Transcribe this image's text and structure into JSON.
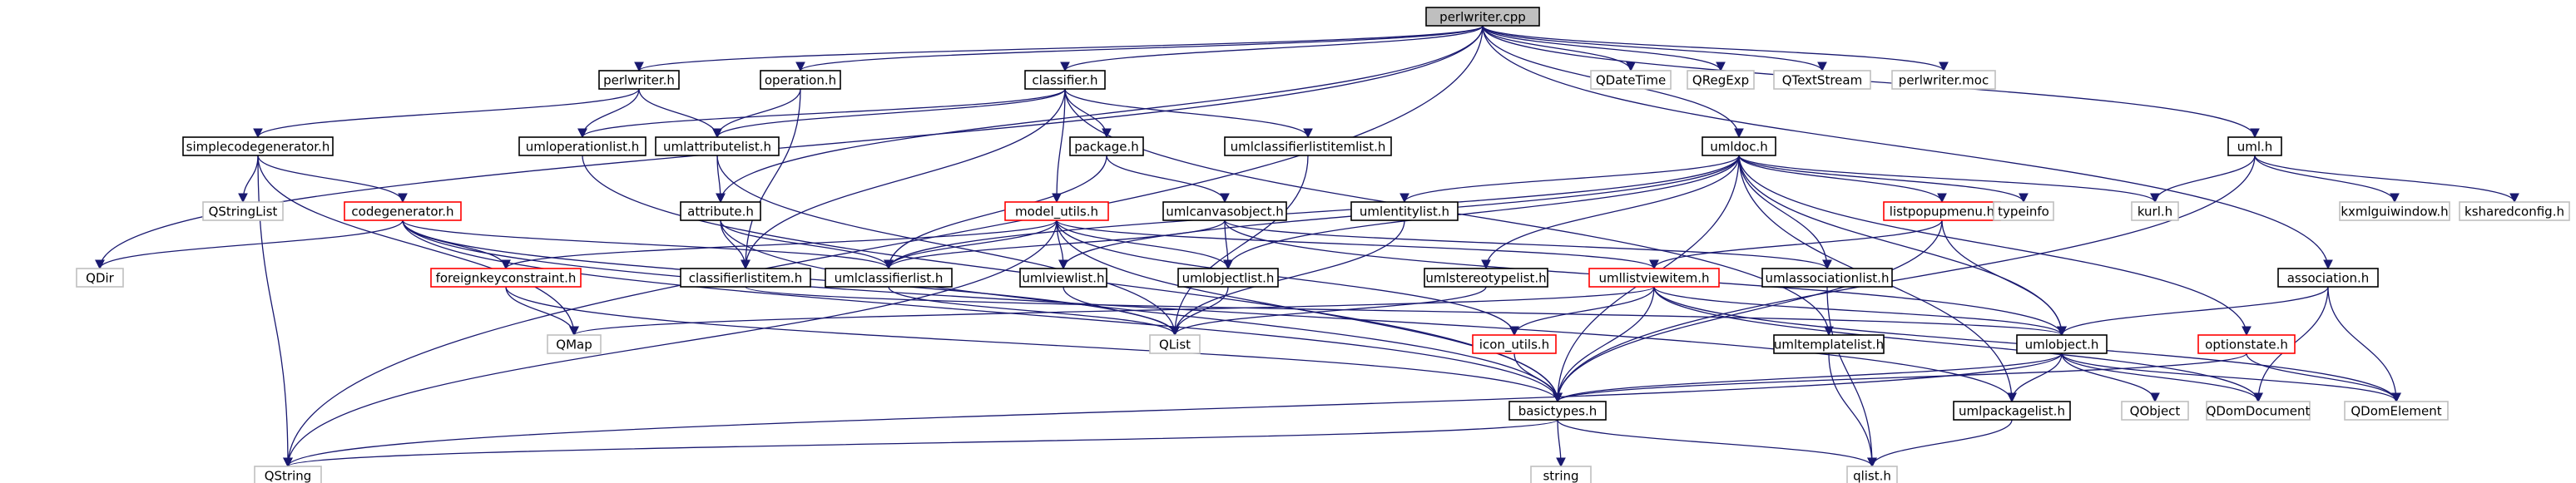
{
  "colors": {
    "edge": "#191970",
    "border_normal": "#000000",
    "border_truncated": "#ff0000",
    "border_external": "#bfbfbf",
    "fill_root": "#bfbfbf",
    "fill_default": "#ffffff"
  },
  "nodes": [
    {
      "id": "perlwriter_cpp",
      "label": "perlwriter.cpp",
      "kind": "root"
    },
    {
      "id": "perlwriter_h",
      "label": "perlwriter.h",
      "kind": "normal"
    },
    {
      "id": "operation_h",
      "label": "operation.h",
      "kind": "normal"
    },
    {
      "id": "classifier_h",
      "label": "classifier.h",
      "kind": "normal"
    },
    {
      "id": "qdatetime",
      "label": "QDateTime",
      "kind": "external"
    },
    {
      "id": "qregexp",
      "label": "QRegExp",
      "kind": "external"
    },
    {
      "id": "qtextstream",
      "label": "QTextStream",
      "kind": "external"
    },
    {
      "id": "perlwriter_moc",
      "label": "perlwriter.moc",
      "kind": "external"
    },
    {
      "id": "simplecodegenerator_h",
      "label": "simplecodegenerator.h",
      "kind": "normal"
    },
    {
      "id": "umloperationlist_h",
      "label": "umloperationlist.h",
      "kind": "normal"
    },
    {
      "id": "umlattributelist_h",
      "label": "umlattributelist.h",
      "kind": "normal"
    },
    {
      "id": "package_h",
      "label": "package.h",
      "kind": "normal"
    },
    {
      "id": "umlclassifierlistitemlist_h",
      "label": "umlclassifierlistitemlist.h",
      "kind": "normal"
    },
    {
      "id": "umldoc_h",
      "label": "umldoc.h",
      "kind": "normal"
    },
    {
      "id": "uml_h",
      "label": "uml.h",
      "kind": "normal"
    },
    {
      "id": "qstringlist",
      "label": "QStringList",
      "kind": "external"
    },
    {
      "id": "codegenerator_h",
      "label": "codegenerator.h",
      "kind": "truncated"
    },
    {
      "id": "attribute_h",
      "label": "attribute.h",
      "kind": "normal"
    },
    {
      "id": "model_utils_h",
      "label": "model_utils.h",
      "kind": "truncated"
    },
    {
      "id": "umlcanvasobject_h",
      "label": "umlcanvasobject.h",
      "kind": "normal"
    },
    {
      "id": "umlentitylist_h",
      "label": "umlentitylist.h",
      "kind": "normal"
    },
    {
      "id": "listpopupmenu_h",
      "label": "listpopupmenu.h",
      "kind": "truncated"
    },
    {
      "id": "typeinfo",
      "label": "typeinfo",
      "kind": "external"
    },
    {
      "id": "kurl_h",
      "label": "kurl.h",
      "kind": "external"
    },
    {
      "id": "kxmlguiwindow_h",
      "label": "kxmlguiwindow.h",
      "kind": "external"
    },
    {
      "id": "ksharedconfig_h",
      "label": "ksharedconfig.h",
      "kind": "external"
    },
    {
      "id": "qdir",
      "label": "QDir",
      "kind": "external"
    },
    {
      "id": "foreignkeyconstraint_h",
      "label": "foreignkeyconstraint.h",
      "kind": "truncated"
    },
    {
      "id": "classifierlistitem_h",
      "label": "classifierlistitem.h",
      "kind": "normal"
    },
    {
      "id": "umlclassifierlist_h",
      "label": "umlclassifierlist.h",
      "kind": "normal"
    },
    {
      "id": "umlviewlist_h",
      "label": "umlviewlist.h",
      "kind": "normal"
    },
    {
      "id": "umlobjectlist_h",
      "label": "umlobjectlist.h",
      "kind": "normal"
    },
    {
      "id": "umlstereotypelist_h",
      "label": "umlstereotypelist.h",
      "kind": "normal"
    },
    {
      "id": "umllistviewitem_h",
      "label": "umllistviewitem.h",
      "kind": "truncated"
    },
    {
      "id": "umlassociationlist_h",
      "label": "umlassociationlist.h",
      "kind": "normal"
    },
    {
      "id": "association_h",
      "label": "association.h",
      "kind": "normal"
    },
    {
      "id": "qmap",
      "label": "QMap",
      "kind": "external"
    },
    {
      "id": "qlist",
      "label": "QList",
      "kind": "external"
    },
    {
      "id": "icon_utils_h",
      "label": "icon_utils.h",
      "kind": "truncated"
    },
    {
      "id": "umltemplatelist_h",
      "label": "umltemplatelist.h",
      "kind": "normal"
    },
    {
      "id": "umlobject_h",
      "label": "umlobject.h",
      "kind": "normal"
    },
    {
      "id": "optionstate_h",
      "label": "optionstate.h",
      "kind": "truncated"
    },
    {
      "id": "basictypes_h",
      "label": "basictypes.h",
      "kind": "normal"
    },
    {
      "id": "umlpackagelist_h",
      "label": "umlpackagelist.h",
      "kind": "normal"
    },
    {
      "id": "qobject",
      "label": "QObject",
      "kind": "external"
    },
    {
      "id": "qdomdocument",
      "label": "QDomDocument",
      "kind": "external"
    },
    {
      "id": "qdomelement",
      "label": "QDomElement",
      "kind": "external"
    },
    {
      "id": "qstring",
      "label": "QString",
      "kind": "external"
    },
    {
      "id": "string",
      "label": "string",
      "kind": "external"
    },
    {
      "id": "qlist_h",
      "label": "qlist.h",
      "kind": "external"
    }
  ],
  "edges": [
    [
      "perlwriter_cpp",
      "perlwriter_h"
    ],
    [
      "perlwriter_cpp",
      "operation_h"
    ],
    [
      "perlwriter_cpp",
      "classifier_h"
    ],
    [
      "perlwriter_cpp",
      "qdatetime"
    ],
    [
      "perlwriter_cpp",
      "qregexp"
    ],
    [
      "perlwriter_cpp",
      "qtextstream"
    ],
    [
      "perlwriter_cpp",
      "perlwriter_moc"
    ],
    [
      "perlwriter_cpp",
      "umldoc_h"
    ],
    [
      "perlwriter_cpp",
      "uml_h"
    ],
    [
      "perlwriter_cpp",
      "attribute_h"
    ],
    [
      "perlwriter_cpp",
      "association_h"
    ],
    [
      "perlwriter_cpp",
      "qdir"
    ],
    [
      "perlwriter_cpp",
      "qstring"
    ],
    [
      "perlwriter_h",
      "simplecodegenerator_h"
    ],
    [
      "perlwriter_h",
      "umloperationlist_h"
    ],
    [
      "perlwriter_h",
      "umlattributelist_h"
    ],
    [
      "operation_h",
      "umlattributelist_h"
    ],
    [
      "operation_h",
      "classifierlistitem_h"
    ],
    [
      "classifier_h",
      "umloperationlist_h"
    ],
    [
      "classifier_h",
      "umlattributelist_h"
    ],
    [
      "classifier_h",
      "package_h"
    ],
    [
      "classifier_h",
      "umlclassifierlistitemlist_h"
    ],
    [
      "classifier_h",
      "model_utils_h"
    ],
    [
      "classifier_h",
      "classifierlistitem_h"
    ],
    [
      "classifier_h",
      "umltemplatelist_h"
    ],
    [
      "simplecodegenerator_h",
      "qstringlist"
    ],
    [
      "simplecodegenerator_h",
      "codegenerator_h"
    ],
    [
      "simplecodegenerator_h",
      "qmap"
    ],
    [
      "simplecodegenerator_h",
      "qstring"
    ],
    [
      "umloperationlist_h",
      "basictypes_h"
    ],
    [
      "umlattributelist_h",
      "attribute_h"
    ],
    [
      "umlattributelist_h",
      "qlist"
    ],
    [
      "package_h",
      "umlcanvasobject_h"
    ],
    [
      "package_h",
      "umlclassifierlist_h"
    ],
    [
      "umlclassifierlistitemlist_h",
      "qlist"
    ],
    [
      "umldoc_h",
      "listpopupmenu_h"
    ],
    [
      "umldoc_h",
      "typeinfo"
    ],
    [
      "umldoc_h",
      "kurl_h"
    ],
    [
      "umldoc_h",
      "umlentitylist_h"
    ],
    [
      "umldoc_h",
      "umlclassifierlist_h"
    ],
    [
      "umldoc_h",
      "umlviewlist_h"
    ],
    [
      "umldoc_h",
      "umlobjectlist_h"
    ],
    [
      "umldoc_h",
      "umlstereotypelist_h"
    ],
    [
      "umldoc_h",
      "umlassociationlist_h"
    ],
    [
      "umldoc_h",
      "umlobject_h"
    ],
    [
      "umldoc_h",
      "optionstate_h"
    ],
    [
      "umldoc_h",
      "umlpackagelist_h"
    ],
    [
      "umldoc_h",
      "basictypes_h"
    ],
    [
      "uml_h",
      "kurl_h"
    ],
    [
      "uml_h",
      "kxmlguiwindow_h"
    ],
    [
      "uml_h",
      "ksharedconfig_h"
    ],
    [
      "uml_h",
      "basictypes_h"
    ],
    [
      "codegenerator_h",
      "qdir"
    ],
    [
      "codegenerator_h",
      "foreignkeyconstraint_h"
    ],
    [
      "codegenerator_h",
      "umlclassifierlist_h"
    ],
    [
      "codegenerator_h",
      "basictypes_h"
    ],
    [
      "codegenerator_h",
      "qlist"
    ],
    [
      "codegenerator_h",
      "umlpackagelist_h"
    ],
    [
      "attribute_h",
      "classifierlistitem_h"
    ],
    [
      "attribute_h",
      "umlclassifierlist_h"
    ],
    [
      "attribute_h",
      "basictypes_h"
    ],
    [
      "model_utils_h",
      "umlviewlist_h"
    ],
    [
      "model_utils_h",
      "umlobjectlist_h"
    ],
    [
      "model_utils_h",
      "foreignkeyconstraint_h"
    ],
    [
      "model_utils_h",
      "umlclassifierlist_h"
    ],
    [
      "model_utils_h",
      "basictypes_h"
    ],
    [
      "model_utils_h",
      "qstring"
    ],
    [
      "model_utils_h",
      "umllistviewitem_h"
    ],
    [
      "model_utils_h",
      "icon_utils_h"
    ],
    [
      "umlcanvasobject_h",
      "umlobjectlist_h"
    ],
    [
      "umlcanvasobject_h",
      "umlclassifierlist_h"
    ],
    [
      "umlcanvasobject_h",
      "umlassociationlist_h"
    ],
    [
      "umlcanvasobject_h",
      "umlobject_h"
    ],
    [
      "umlentitylist_h",
      "qlist"
    ],
    [
      "listpopupmenu_h",
      "umllistviewitem_h"
    ],
    [
      "listpopupmenu_h",
      "umlobject_h"
    ],
    [
      "listpopupmenu_h",
      "basictypes_h"
    ],
    [
      "foreignkeyconstraint_h",
      "qmap"
    ],
    [
      "foreignkeyconstraint_h",
      "basictypes_h"
    ],
    [
      "classifierlistitem_h",
      "umlobject_h"
    ],
    [
      "umlclassifierlist_h",
      "qlist"
    ],
    [
      "umlviewlist_h",
      "qlist"
    ],
    [
      "umlobjectlist_h",
      "qlist"
    ],
    [
      "umlstereotypelist_h",
      "qlist"
    ],
    [
      "umllistviewitem_h",
      "qmap"
    ],
    [
      "umllistviewitem_h",
      "icon_utils_h"
    ],
    [
      "umllistviewitem_h",
      "basictypes_h"
    ],
    [
      "umllistviewitem_h",
      "qdomelement"
    ],
    [
      "umllistviewitem_h",
      "qdomdocument"
    ],
    [
      "umllistviewitem_h",
      "umlobject_h"
    ],
    [
      "umlassociationlist_h",
      "qlist_h"
    ],
    [
      "association_h",
      "umlobject_h"
    ],
    [
      "association_h",
      "qdomdocument"
    ],
    [
      "association_h",
      "qdomelement"
    ],
    [
      "icon_utils_h",
      "basictypes_h"
    ],
    [
      "umltemplatelist_h",
      "qlist_h"
    ],
    [
      "umlobject_h",
      "basictypes_h"
    ],
    [
      "umlobject_h",
      "umlpackagelist_h"
    ],
    [
      "umlobject_h",
      "qobject"
    ],
    [
      "umlobject_h",
      "qdomdocument"
    ],
    [
      "umlobject_h",
      "qdomelement"
    ],
    [
      "umlobject_h",
      "qstring"
    ],
    [
      "optionstate_h",
      "basictypes_h"
    ],
    [
      "optionstate_h",
      "qdomelement"
    ],
    [
      "basictypes_h",
      "qstring"
    ],
    [
      "basictypes_h",
      "string"
    ],
    [
      "basictypes_h",
      "qlist_h"
    ],
    [
      "umlpackagelist_h",
      "qlist_h"
    ]
  ]
}
